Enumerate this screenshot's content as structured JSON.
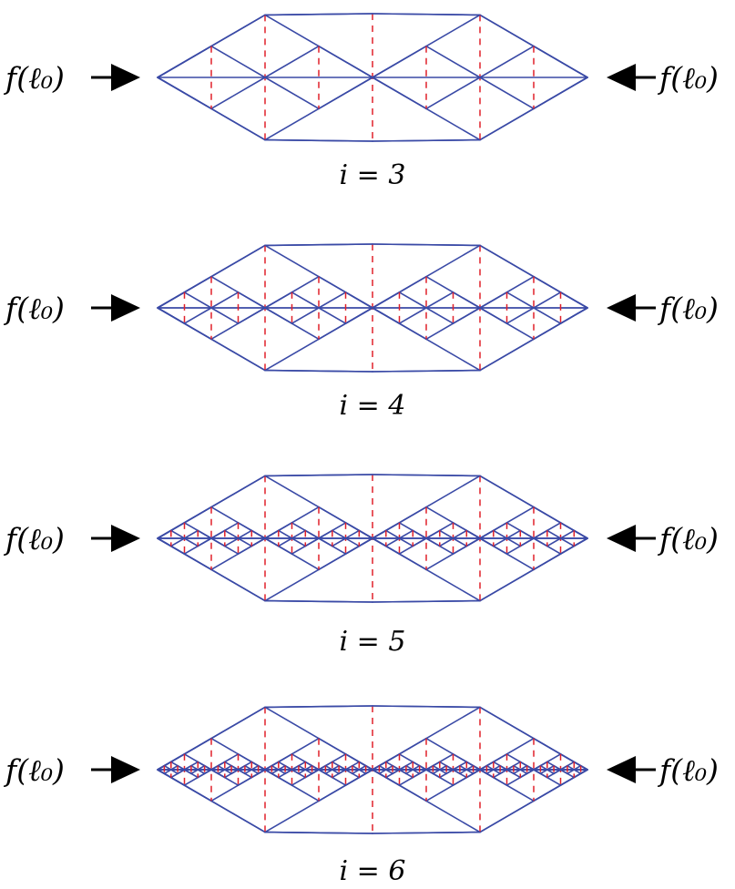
{
  "figure": {
    "load_label": "f(ℓ₀)",
    "colors": {
      "structure_edges": "#3a4aa6",
      "internal_dashed_edges": "#e0202a",
      "arrows": "#000000"
    },
    "panels": [
      {
        "caption": "i = 3",
        "iteration": 3
      },
      {
        "caption": "i = 4",
        "iteration": 4
      },
      {
        "caption": "i = 5",
        "iteration": 5
      },
      {
        "caption": "i = 6",
        "iteration": 6
      }
    ]
  }
}
